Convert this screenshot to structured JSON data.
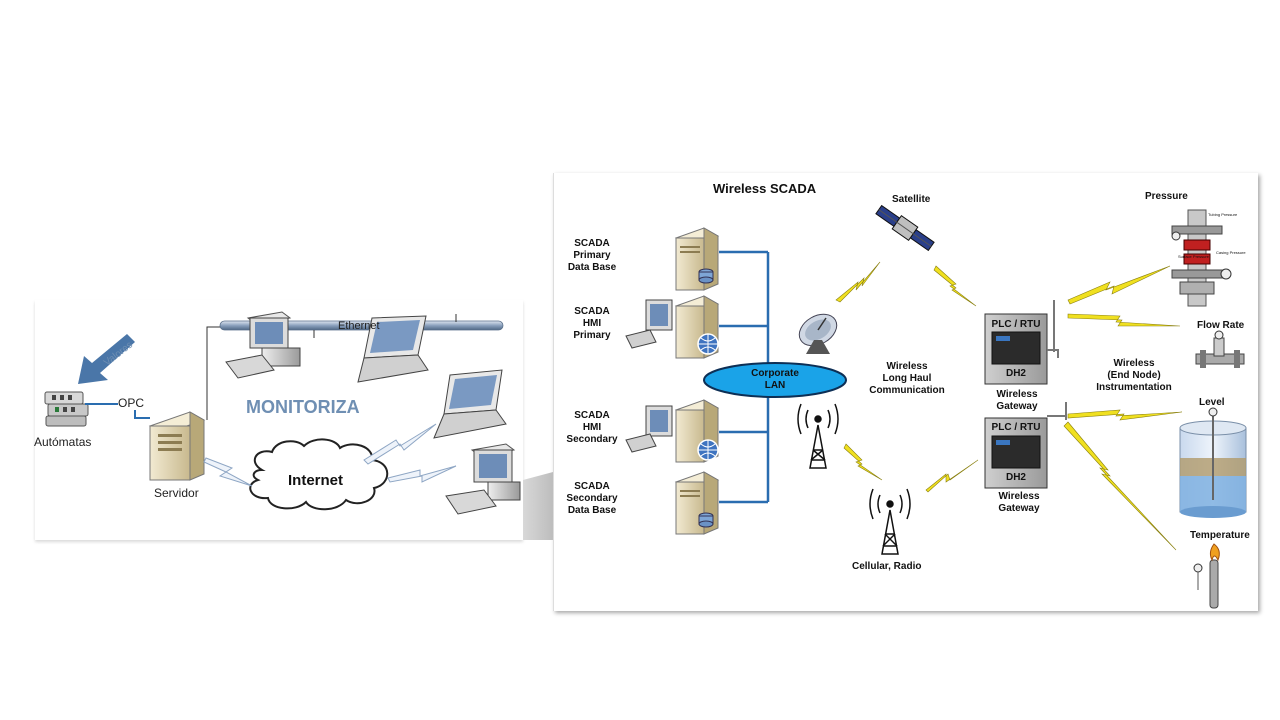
{
  "left_diagram": {
    "arrow_label": "Valores",
    "automatas_label": "Autómatas",
    "opc_label": "OPC",
    "servidor_label": "Servidor",
    "ethernet_label": "Ethernet",
    "monitoriza_label": "MONITORIZA",
    "internet_label": "Internet"
  },
  "right_diagram": {
    "title": "Wireless SCADA",
    "satellite_label": "Satellite",
    "pressure_label": "Pressure",
    "flow_rate_label": "Flow Rate",
    "level_label": "Level",
    "temperature_label": "Temperature",
    "scada_primary_db": [
      "SCADA",
      "Primary",
      "Data Base"
    ],
    "scada_hmi_primary": [
      "SCADA",
      "HMI",
      "Primary"
    ],
    "scada_hmi_secondary": [
      "SCADA",
      "HMI",
      "Secondary"
    ],
    "scada_secondary_db": [
      "SCADA",
      "Secondary",
      "Data Base"
    ],
    "corporate_lan": [
      "Corporate",
      "LAN"
    ],
    "long_haul": [
      "Wireless",
      "Long Haul",
      "Communication"
    ],
    "cellular_radio": "Cellular, Radio",
    "plc_rtu_label": "PLC / RTU",
    "dh2_label": "DH2",
    "gateway_label": [
      "Wireless",
      "Gateway"
    ],
    "end_node": [
      "Wireless",
      "(End Node)",
      "Instrumentation"
    ],
    "tiny_tubing": "Tubing Pressure",
    "tiny_casing": "Casing Pressure",
    "tiny_surface": "Surface Pressure"
  },
  "colors": {
    "lan_fill": "#1aa3e8",
    "wire_blue": "#2a6db0",
    "bolt_yellow": "#f0e020",
    "monitoriza": "#6f8fb3",
    "arrow_blue": "#4a76a8"
  }
}
